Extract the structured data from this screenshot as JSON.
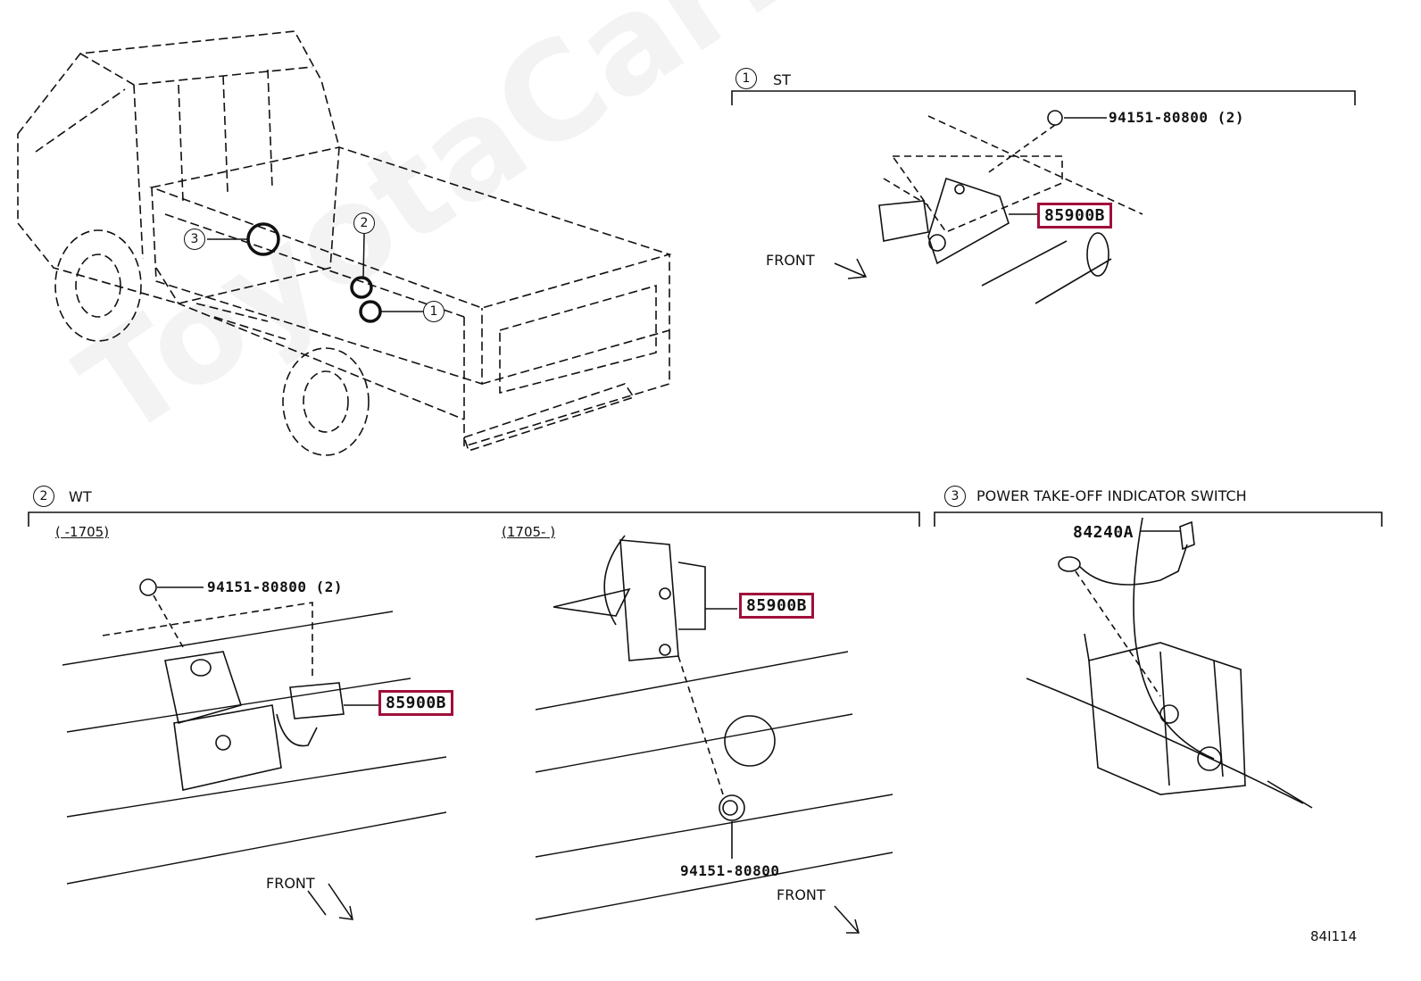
{
  "watermark": "ToyotaCarMinis.ru",
  "overview": {
    "callout_1": "1",
    "callout_2": "2",
    "callout_3": "3"
  },
  "section_st": {
    "number": "1",
    "title": "ST",
    "bolt_part": "94151-80800 (2)",
    "sensor_part": "85900B",
    "front_label": "FRONT"
  },
  "section_wt": {
    "number": "2",
    "title": "WT",
    "left": {
      "range": "(      -1705)",
      "bolt_part": "94151-80800 (2)",
      "sensor_part": "85900B",
      "front_label": "FRONT"
    },
    "right": {
      "range": "(1705-      )",
      "sensor_part": "85900B",
      "bolt_part": "94151-80800",
      "front_label": "FRONT"
    }
  },
  "section_pto": {
    "number": "3",
    "title": "POWER TAKE-OFF INDICATOR SWITCH",
    "switch_part": "84240A"
  },
  "figure_code": "84I114",
  "colors": {
    "highlight_border": "#a0103a",
    "line": "#111111"
  }
}
